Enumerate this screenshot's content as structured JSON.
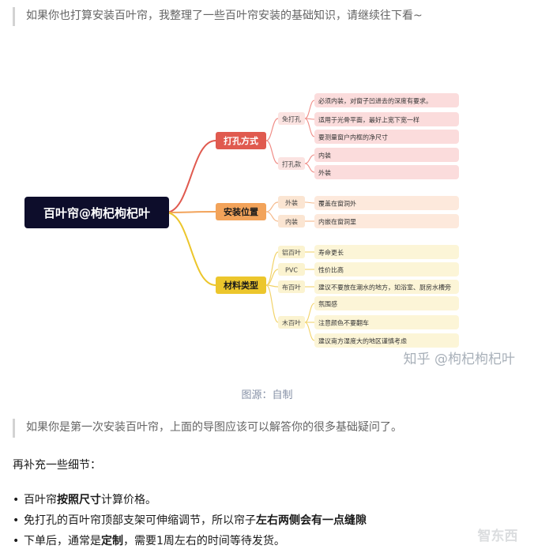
{
  "intro_quote": "如果你也打算安装百叶帘，我整理了一些百叶帘安装的基础知识，请继续往下看~",
  "mindmap": {
    "root": "百叶帘@枸杞枸杞叶",
    "branches": [
      {
        "label": "打孔方式",
        "color": "#e05a4f",
        "groups": [
          {
            "label": "免打孔",
            "items": [
              "必须内装，对窗子凹进去的深度有要求。",
              "适用于光骨平面，最好上宽下宽一样",
              "要测量窗户内框的净尺寸"
            ]
          },
          {
            "label": "打孔款",
            "items": [
              "内装",
              "外装"
            ]
          }
        ]
      },
      {
        "label": "安装位置",
        "color": "#f2a35a",
        "groups": [
          {
            "label": "外装",
            "items": [
              "覆盖在窗洞外"
            ]
          },
          {
            "label": "内装",
            "items": [
              "内嵌在窗洞里"
            ]
          }
        ]
      },
      {
        "label": "材料类型",
        "color": "#ecc62c",
        "groups": [
          {
            "label": "铝百叶",
            "items": [
              "寿命更长"
            ]
          },
          {
            "label": "PVC",
            "items": [
              "性价比高"
            ]
          },
          {
            "label": "布百叶",
            "items": [
              "建议不要放在潮水的地方，如浴室、厨房水槽旁"
            ]
          },
          {
            "label": "木百叶",
            "items": [
              "氛围感",
              "注意颜色不要翻车",
              "建议南方湿度大的地区谨慎考虑"
            ]
          }
        ]
      }
    ],
    "watermark": "知乎 @枸杞枸杞叶"
  },
  "caption": "图源：自制",
  "second_quote": "如果你是第一次安装百叶帘，上面的导图应该可以解答你的很多基础疑问了。",
  "supplement_title": "再补充一些细节：",
  "bullets": [
    {
      "pre": "百叶帘",
      "bold": "按照尺寸",
      "post": "计算价格。"
    },
    {
      "pre": "免打孔的百叶帘顶部支架可伸缩调节，所以帘子",
      "bold": "左右两侧会有一点缝隙",
      "post": ""
    },
    {
      "pre": "下单后，通常是",
      "bold": "定制",
      "post": "，需要1周左右的时间等待发货。"
    }
  ],
  "brand_watermark": "智东西"
}
